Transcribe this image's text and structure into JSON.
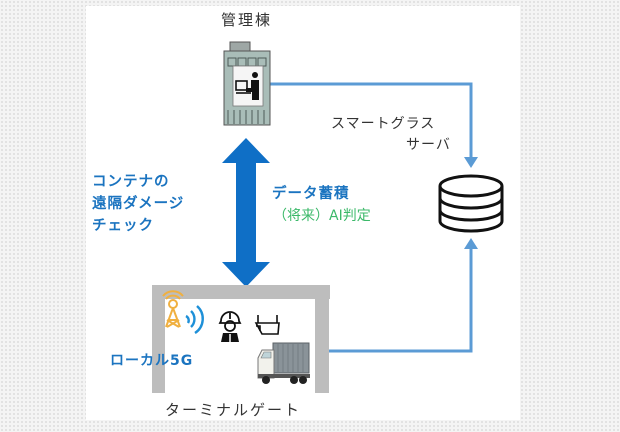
{
  "labels": {
    "admin_building": "管理棟",
    "smart_glass_server_line1": "スマートグラス",
    "smart_glass_server_line2": "サーバ",
    "remote_check_line1": "コンテナの",
    "remote_check_line2": "遠隔ダメージ",
    "remote_check_line3": "チェック",
    "data_storage": "データ蓄積",
    "ai_judgement": "（将来）AI判定",
    "local_5g": "ローカル5G",
    "terminal_gate": "ターミナルゲート"
  },
  "icons": {
    "building": "office-building-icon",
    "operator": "computer-operator-icon",
    "database": "database-icon",
    "antenna": "antenna-tower-icon",
    "signal": "wireless-signal-icon",
    "worker": "hard-hat-worker-icon",
    "glasses": "smart-glasses-icon",
    "truck": "container-truck-icon"
  },
  "colors": {
    "connector_line": "#5b9bd5",
    "bidirectional_arrow": "#0f6fc6",
    "blue_text": "#1b74c0",
    "green_text": "#3cb96a",
    "antenna": "#f0b040",
    "gate_frame": "#bdbdbd"
  }
}
